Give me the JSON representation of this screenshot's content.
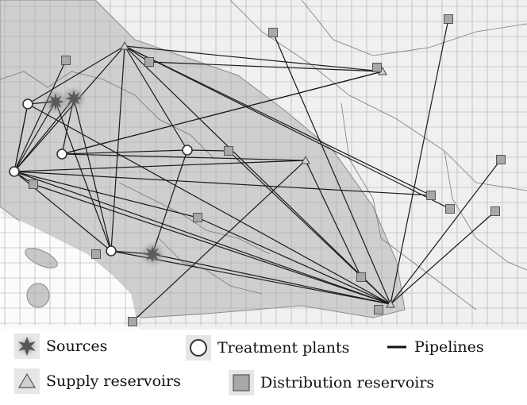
{
  "legend": {
    "sources": "Sources",
    "treatment_plants": "Treatment plants",
    "pipelines": "Pipelines",
    "supply_reservoirs": "Supply reservoirs",
    "distribution_reservoirs": "Distribution reservoirs"
  },
  "colors": {
    "region_fill": "#c9c9c9",
    "grid_line": "#9a9a9a",
    "pipeline": "#1a1a1a",
    "reservoir_fill": "#a8a8a8",
    "source_fill": "#555555"
  }
}
